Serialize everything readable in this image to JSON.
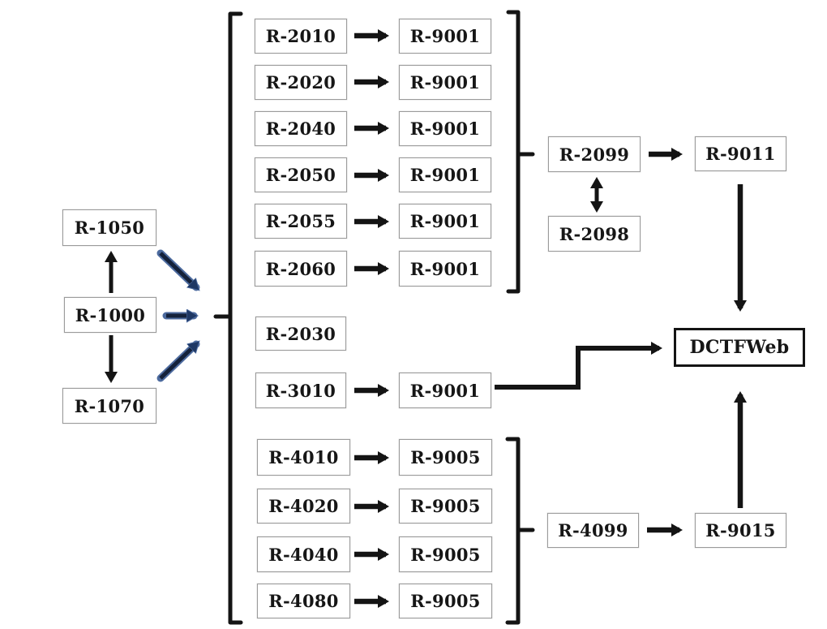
{
  "left_chain": {
    "top": "R-1050",
    "center": "R-1000",
    "bottom": "R-1070"
  },
  "group_2000": {
    "rows": [
      {
        "from": "R-2010",
        "to": "R-9001"
      },
      {
        "from": "R-2020",
        "to": "R-9001"
      },
      {
        "from": "R-2040",
        "to": "R-9001"
      },
      {
        "from": "R-2050",
        "to": "R-9001"
      },
      {
        "from": "R-2055",
        "to": "R-9001"
      },
      {
        "from": "R-2060",
        "to": "R-9001"
      }
    ],
    "closing_event": "R-2099",
    "receipt_event": "R-9011",
    "reopen_event": "R-2098"
  },
  "middle_group": {
    "standalone": "R-2030",
    "row": {
      "from": "R-3010",
      "to": "R-9001"
    }
  },
  "group_4000": {
    "rows": [
      {
        "from": "R-4010",
        "to": "R-9005"
      },
      {
        "from": "R-4020",
        "to": "R-9005"
      },
      {
        "from": "R-4040",
        "to": "R-9005"
      },
      {
        "from": "R-4080",
        "to": "R-9005"
      }
    ],
    "closing_event": "R-4099",
    "receipt_event": "R-9015"
  },
  "destination": "DCTFWeb",
  "edges": [
    {
      "from": "R-1000",
      "to": "R-1050",
      "style": "arrow-up"
    },
    {
      "from": "R-1000",
      "to": "R-1070",
      "style": "arrow-down"
    },
    {
      "from": "R-1050",
      "to": "event-bracket",
      "style": "accent-diagonal"
    },
    {
      "from": "R-1000",
      "to": "event-bracket",
      "style": "accent-horizontal"
    },
    {
      "from": "R-1070",
      "to": "event-bracket",
      "style": "accent-diagonal"
    },
    {
      "from": "R-2010",
      "to": "R-9001"
    },
    {
      "from": "R-2020",
      "to": "R-9001"
    },
    {
      "from": "R-2040",
      "to": "R-9001"
    },
    {
      "from": "R-2050",
      "to": "R-9001"
    },
    {
      "from": "R-2055",
      "to": "R-9001"
    },
    {
      "from": "R-2060",
      "to": "R-9001"
    },
    {
      "from": "group-2000-bracket",
      "to": "R-2099"
    },
    {
      "from": "R-2099",
      "to": "R-2098",
      "style": "bidirectional"
    },
    {
      "from": "R-2099",
      "to": "R-9011"
    },
    {
      "from": "R-9011",
      "to": "DCTFWeb"
    },
    {
      "from": "R-3010",
      "to": "R-9001"
    },
    {
      "from": "R-9001",
      "to": "DCTFWeb",
      "style": "elbow"
    },
    {
      "from": "R-4010",
      "to": "R-9005"
    },
    {
      "from": "R-4020",
      "to": "R-9005"
    },
    {
      "from": "R-4040",
      "to": "R-9005"
    },
    {
      "from": "R-4080",
      "to": "R-9005"
    },
    {
      "from": "group-4000-bracket",
      "to": "R-4099"
    },
    {
      "from": "R-4099",
      "to": "R-9015"
    },
    {
      "from": "R-9015",
      "to": "DCTFWeb"
    }
  ],
  "colors": {
    "arrow": "#141414",
    "accent": "#14213a",
    "accent_outline": "#4c6a9e",
    "box_border": "#9b9b9b",
    "final_border": "#141414"
  }
}
